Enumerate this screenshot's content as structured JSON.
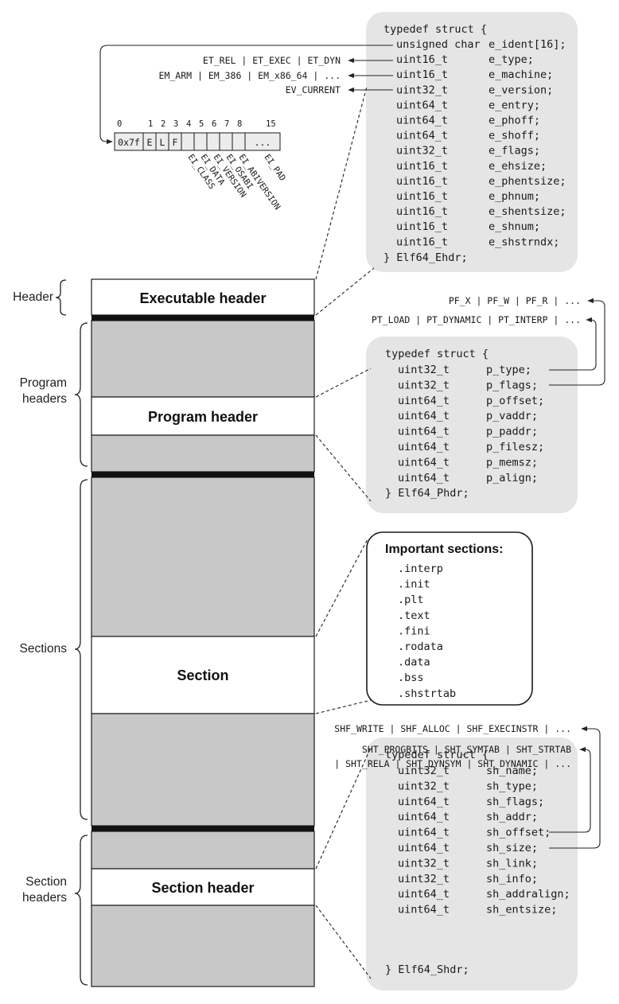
{
  "ehdr": {
    "open": "typedef struct {",
    "fields": [
      {
        "type": "unsigned char",
        "name": "e_ident[16];"
      },
      {
        "type": "uint16_t",
        "name": "e_type;"
      },
      {
        "type": "uint16_t",
        "name": "e_machine;"
      },
      {
        "type": "uint32_t",
        "name": "e_version;"
      },
      {
        "type": "uint64_t",
        "name": "e_entry;"
      },
      {
        "type": "uint64_t",
        "name": "e_phoff;"
      },
      {
        "type": "uint64_t",
        "name": "e_shoff;"
      },
      {
        "type": "uint32_t",
        "name": "e_flags;"
      },
      {
        "type": "uint16_t",
        "name": "e_ehsize;"
      },
      {
        "type": "uint16_t",
        "name": "e_phentsize;"
      },
      {
        "type": "uint16_t",
        "name": "e_phnum;"
      },
      {
        "type": "uint16_t",
        "name": "e_shentsize;"
      },
      {
        "type": "uint16_t",
        "name": "e_shnum;"
      },
      {
        "type": "uint16_t",
        "name": "e_shstrndx;"
      }
    ],
    "close": "} Elf64_Ehdr;",
    "type_values": "ET_REL | ET_EXEC | ET_DYN",
    "machine_values": "EM_ARM | EM_386 | EM_x86_64 | ...",
    "version_values": "EV_CURRENT"
  },
  "ident": {
    "index_labels": [
      "0",
      "1",
      "2",
      "3",
      "4",
      "5",
      "6",
      "7",
      "8",
      "15"
    ],
    "cells": [
      "0x7f",
      "E",
      "L",
      "F",
      "",
      "",
      "",
      "",
      "",
      "..."
    ],
    "field_labels": [
      "EI_CLASS",
      "EI_DATA",
      "EI_VERSION",
      "EI_OSABI",
      "EI_ABIVERSION",
      "EI_PAD"
    ]
  },
  "phdr": {
    "open": "typedef struct {",
    "fields": [
      {
        "type": "uint32_t",
        "name": "p_type;"
      },
      {
        "type": "uint32_t",
        "name": "p_flags;"
      },
      {
        "type": "uint64_t",
        "name": "p_offset;"
      },
      {
        "type": "uint64_t",
        "name": "p_vaddr;"
      },
      {
        "type": "uint64_t",
        "name": "p_paddr;"
      },
      {
        "type": "uint64_t",
        "name": "p_filesz;"
      },
      {
        "type": "uint64_t",
        "name": "p_memsz;"
      },
      {
        "type": "uint64_t",
        "name": "p_align;"
      }
    ],
    "close": "} Elf64_Phdr;",
    "flags_values": "PF_X | PF_W | PF_R | ...",
    "type_values": "PT_LOAD | PT_DYNAMIC | PT_INTERP | ..."
  },
  "sections_box": {
    "title": "Important sections:",
    "items": [
      ".interp",
      ".init",
      ".plt",
      ".text",
      ".fini",
      ".rodata",
      ".data",
      ".bss",
      ".shstrtab"
    ]
  },
  "shdr": {
    "open": "typedef struct {",
    "fields": [
      {
        "type": "uint32_t",
        "name": "sh_name;"
      },
      {
        "type": "uint32_t",
        "name": "sh_type;"
      },
      {
        "type": "uint64_t",
        "name": "sh_flags;"
      },
      {
        "type": "uint64_t",
        "name": "sh_addr;"
      },
      {
        "type": "uint64_t",
        "name": "sh_offset;"
      },
      {
        "type": "uint64_t",
        "name": "sh_size;"
      },
      {
        "type": "uint32_t",
        "name": "sh_link;"
      },
      {
        "type": "uint32_t",
        "name": "sh_info;"
      },
      {
        "type": "uint64_t",
        "name": "sh_addralign;"
      },
      {
        "type": "uint64_t",
        "name": "sh_entsize;"
      }
    ],
    "close": "} Elf64_Shdr;",
    "flags_values": "SHF_WRITE | SHF_ALLOC | SHF_EXECINSTR | ...",
    "type_values_line1": "SHT_PROGBITS | SHT_SYMTAB | SHT_STRTAB",
    "type_values_line2": "| SHT_RELA | SHT_DYNSYM | SHT_DYNAMIC | ..."
  },
  "layout_labels": {
    "exec_header": "Executable header",
    "program_header": "Program header",
    "section": "Section",
    "section_header": "Section header"
  },
  "side_labels": {
    "header": "Header",
    "program_headers_1": "Program",
    "program_headers_2": "headers",
    "sections": "Sections",
    "section_headers_1": "Section",
    "section_headers_2": "headers"
  }
}
